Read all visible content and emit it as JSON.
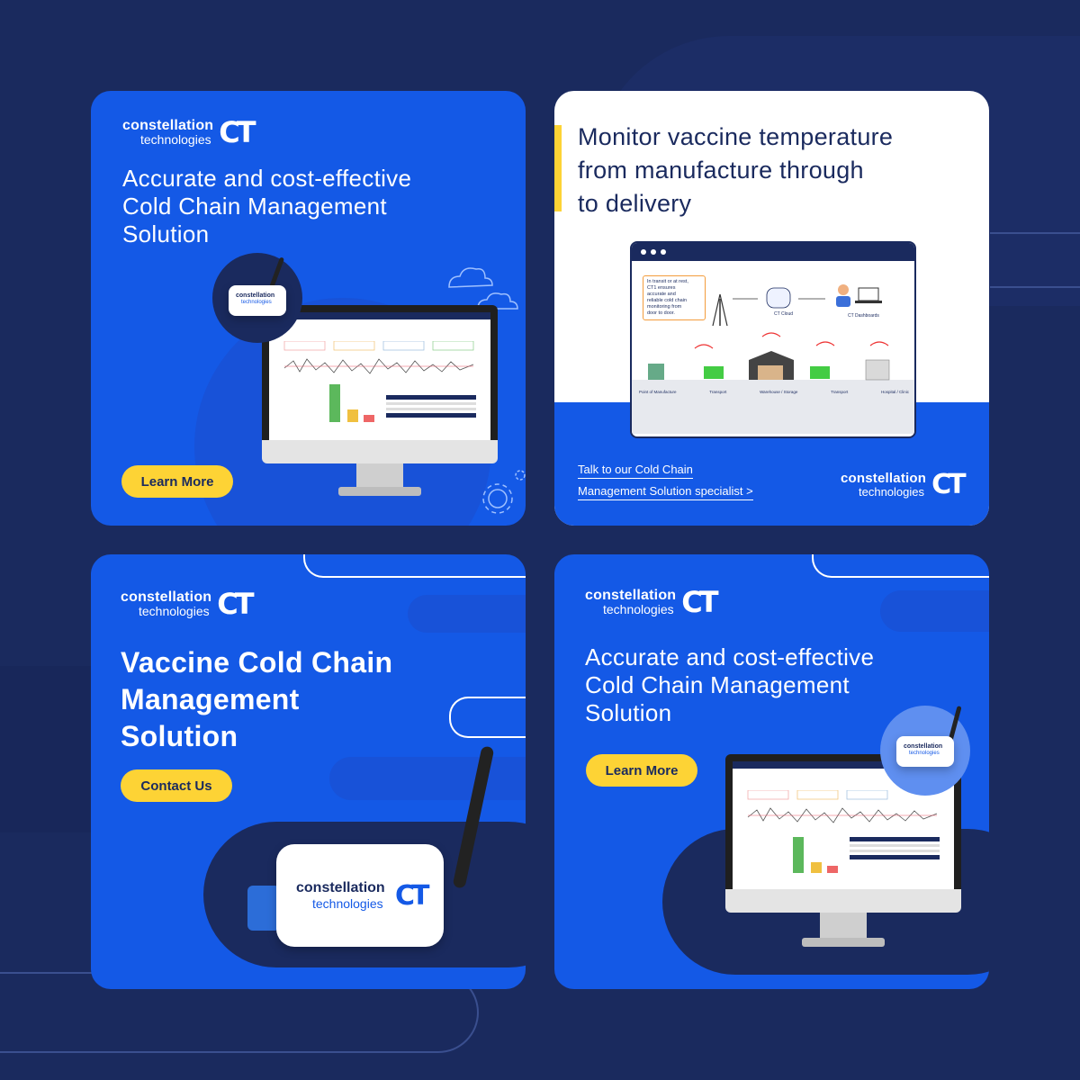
{
  "brand": {
    "line1": "constellation",
    "line2": "technologies",
    "mark": "CT"
  },
  "colors": {
    "background": "#1a2a5e",
    "card_blue": "#1459e6",
    "accent_yellow": "#fdd335",
    "navy": "#1a2a5e"
  },
  "card1": {
    "headline": [
      "Accurate and cost-effective",
      "Cold Chain Management",
      "Solution"
    ],
    "button": "Learn More"
  },
  "card2": {
    "headline": [
      "Monitor vaccine temperature",
      "from manufacture through",
      "to delivery"
    ],
    "diagram": {
      "callout": [
        "In transit or at rest,",
        "CT1 ensures",
        "accurate and",
        "reliable cold chain",
        "monitoring from",
        "door to door."
      ],
      "cloud_label": "CT Cloud",
      "dashboard_label": "CT Dashboards",
      "stages": [
        "Point of Manufacture",
        "Transport",
        "Warehouse / Storage",
        "Transport",
        "Hospital / Clinic"
      ]
    },
    "link_line1": "Talk to our Cold Chain",
    "link_line2": "Management Solution specialist >"
  },
  "card3": {
    "headline": [
      "Vaccine Cold Chain",
      "Management",
      "Solution"
    ],
    "button": "Contact Us"
  },
  "card4": {
    "headline": [
      "Accurate and cost-effective",
      "Cold Chain Management",
      "Solution"
    ],
    "button": "Learn More"
  }
}
